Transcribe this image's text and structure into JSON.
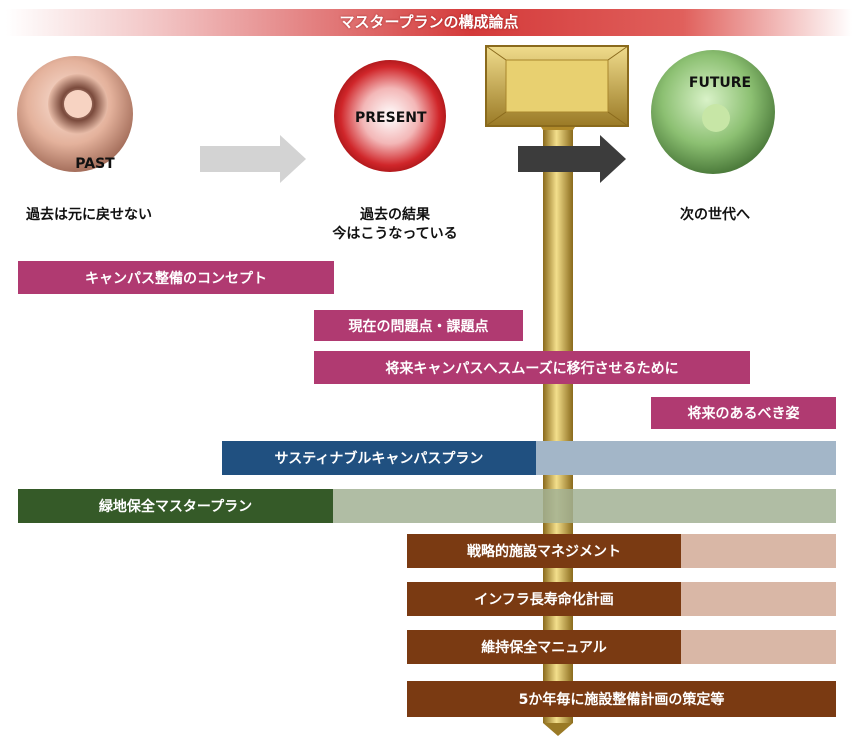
{
  "title": "マスタープランの構成論点",
  "stages": {
    "past": {
      "name": "PAST",
      "caption": "過去は元に戻せない"
    },
    "present": {
      "name": "PRESENT",
      "caption_line1": "過去の結果",
      "caption_line2": "今はこうなっている"
    },
    "future": {
      "name": "FUTURE",
      "caption": "次の世代へ"
    }
  },
  "bars": {
    "campus_concept": "キャンパス整備のコンセプト",
    "current_issues": "現在の問題点・課題点",
    "smooth_transition": "将来キャンパスへスムーズに移行させるために",
    "ideal_future": "将来のあるべき姿",
    "sustainable_plan": "サスティナブルキャンパスプラン",
    "green_plan": "緑地保全マスタープラン",
    "strategic_mgmt": "戦略的施設マネジメント",
    "infra_longevity": "インフラ長寿命化計画",
    "maintenance_manual": "維持保全マニュアル",
    "five_year_plan": "5か年毎に施設整備計画の策定等"
  },
  "colors": {
    "pink": "#b03a71",
    "blue": "#205080",
    "green": "#355a28",
    "brown": "#7a3a12",
    "gold": "#c8a640"
  }
}
